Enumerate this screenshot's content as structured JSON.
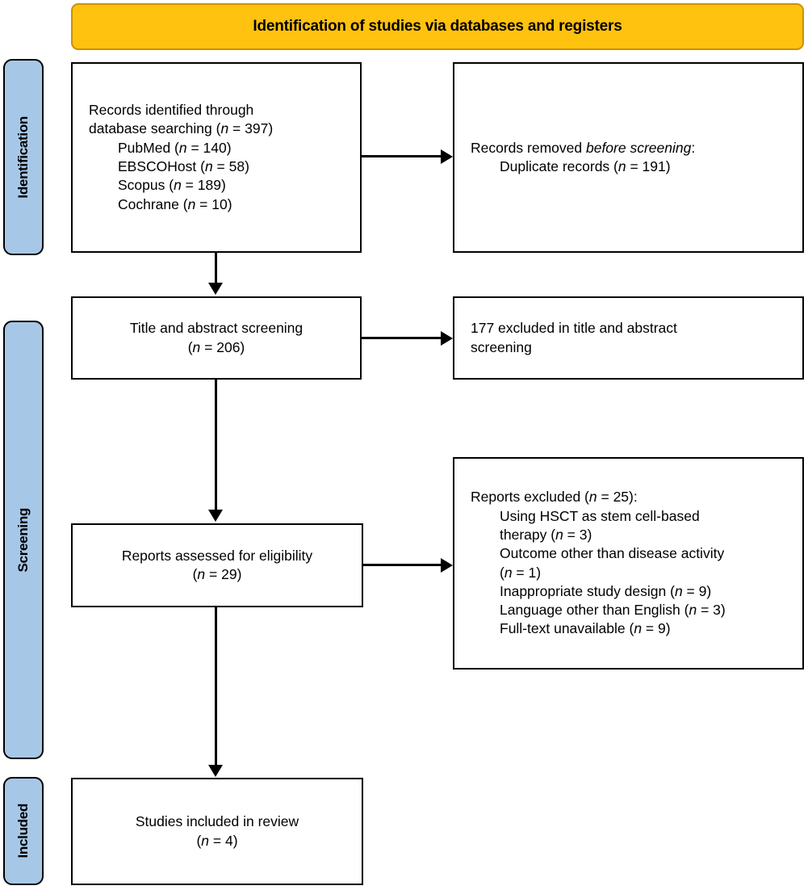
{
  "header": {
    "title": "Identification of studies via databases and registers",
    "background_color": "#FFC20E",
    "border_color": "#C8920B"
  },
  "stages": {
    "identification_label": "Identification",
    "screening_label": "Screening",
    "included_label": "Included",
    "bar_color": "#A7C7E7"
  },
  "boxes": {
    "records_identified": {
      "line1": "Records identified through",
      "line2_pre": "database searching (",
      "line2_italic": "n",
      "line2_post": " = 397)",
      "sources": [
        {
          "name": "PubMed (",
          "n_symbol": "n",
          "count": " = 140)"
        },
        {
          "name": "EBSCOHost (",
          "n_symbol": "n",
          "count": " = 58)"
        },
        {
          "name": "Scopus (",
          "n_symbol": "n",
          "count": " = 189)"
        },
        {
          "name": "Cochrane (",
          "n_symbol": "n",
          "count": " = 10)"
        }
      ]
    },
    "records_removed": {
      "line1_pre": "Records removed ",
      "line1_italic": "before screening",
      "line1_post": ":",
      "line2_pre": "Duplicate records (",
      "line2_italic": "n",
      "line2_post": " = 191)"
    },
    "title_abstract_screening": {
      "line1": "Title and abstract screening",
      "line2_pre": "(",
      "line2_italic": "n",
      "line2_post": " = 206)"
    },
    "excluded_title_abstract": {
      "line1": "177 excluded in title and abstract",
      "line2": "screening"
    },
    "reports_eligibility": {
      "line1": "Reports assessed for eligibility",
      "line2_pre": "(",
      "line2_italic": "n",
      "line2_post": " = 29)"
    },
    "reports_excluded": {
      "heading_pre": "Reports excluded (",
      "heading_italic": "n",
      "heading_post": " = 25):",
      "reasons": [
        {
          "text_a": "Using HSCT as stem cell-based",
          "text_b": "therapy (",
          "n_symbol": "n",
          "count": " = 3)"
        },
        {
          "text_a": "Outcome other than disease activity",
          "text_b": "(",
          "n_symbol": "n",
          "count": " = 1)"
        },
        {
          "text_a": "Inappropriate study design (",
          "n_symbol": "n",
          "count": " = 9)"
        },
        {
          "text_a": "Language other than English (",
          "n_symbol": "n",
          "count": " = 3)"
        },
        {
          "text_a": "Full-text unavailable (",
          "n_symbol": "n",
          "count": " = 9)"
        }
      ]
    },
    "studies_included": {
      "line1": "Studies included in review",
      "line2_pre": "(",
      "line2_italic": "n",
      "line2_post": " = 4)"
    }
  }
}
